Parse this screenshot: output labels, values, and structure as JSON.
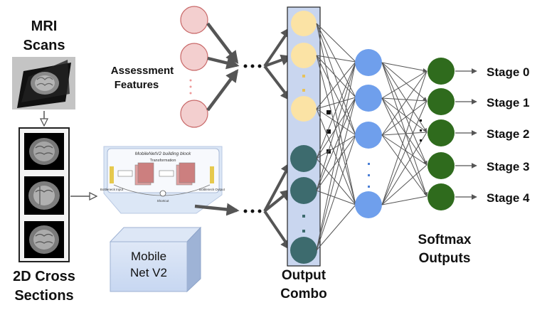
{
  "labels": {
    "mri_title_line1": "MRI",
    "mri_title_line2": "Scans",
    "cross_line1": "2D Cross",
    "cross_line2": "Sections",
    "assessment_line1": "Assessment",
    "assessment_line2": "Features",
    "mobilenet_line1": "Mobile",
    "mobilenet_line2": "Net V2",
    "output_combo_line1": "Output",
    "output_combo_line2": "Combo",
    "softmax_line1": "Softmax",
    "softmax_line2": "Outputs"
  },
  "block_diagram": {
    "title": "MobileNetV2 building block",
    "transform": "Transformation",
    "left_label": "Bottleneck Input",
    "right_label": "Bottleneck Output",
    "shortcut": "Shortcut"
  },
  "stages": [
    "Stage 0",
    "Stage 1",
    "Stage 2",
    "Stage 3",
    "Stage 4"
  ],
  "colors": {
    "assessment_node": "#f3cfcf",
    "assessment_stroke": "#c96a6a",
    "combo_feature_node": "#fbe3a5",
    "combo_image_node": "#3d6b6e",
    "combo_bar": "#c9d6ef",
    "hidden_node": "#6f9fec",
    "output_node": "#2f6b1d",
    "mobilenet_box": "#c7d7f1",
    "arrow": "#555555"
  }
}
